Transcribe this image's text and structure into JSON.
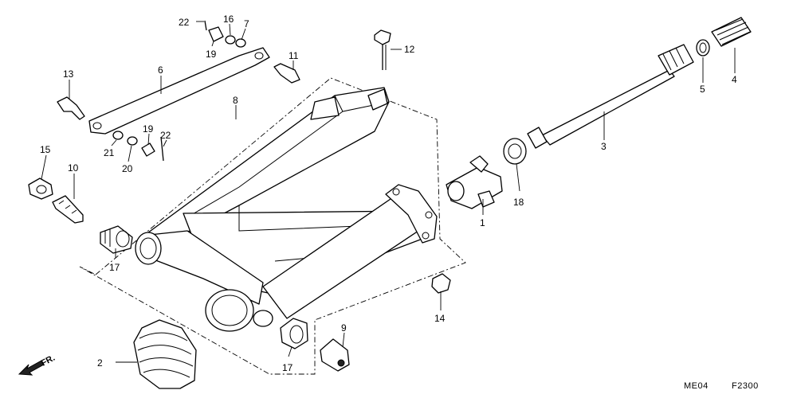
{
  "callouts": {
    "c1": "1",
    "c2": "2",
    "c3": "3",
    "c4": "4",
    "c5": "5",
    "c6": "6",
    "c7": "7",
    "c8": "8",
    "c9": "9",
    "c10": "10",
    "c11": "11",
    "c12": "12",
    "c13": "13",
    "c14": "14",
    "c15": "15",
    "c16": "16",
    "c17a": "17",
    "c17b": "17",
    "c18": "18",
    "c19a": "19",
    "c19b": "19",
    "c20": "20",
    "c21": "21",
    "c22a": "22",
    "c22b": "22"
  },
  "direction_label": "FR.",
  "footer": {
    "section_code": "ME04",
    "figure_code": "F2300"
  }
}
